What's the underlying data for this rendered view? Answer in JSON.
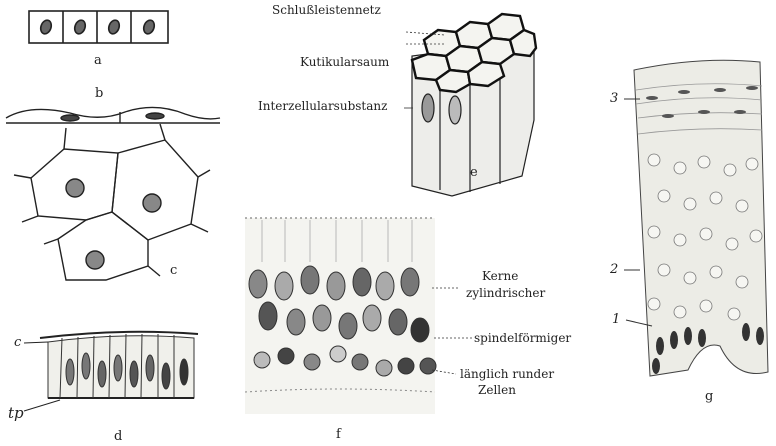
{
  "panels": {
    "a": {
      "label": "a"
    },
    "b": {
      "label": "b"
    },
    "c": {
      "label": "c"
    },
    "d": {
      "label": "d",
      "marker_c": "c",
      "marker_tp": "tp"
    },
    "e": {
      "label": "e",
      "annotations": [
        "Schlußleistennetz",
        "Kutikularsaum",
        "Interzellularsubstanz"
      ]
    },
    "f": {
      "label": "f",
      "annotations": [
        "Kerne",
        "zylindrischer",
        "spindelförmiger",
        "länglich runder",
        "Zellen"
      ]
    },
    "g": {
      "label": "g",
      "layer_numbers": [
        "3",
        "2",
        "1"
      ]
    }
  },
  "colors": {
    "ink": "#222222",
    "nucleus": "#555555",
    "paper": "#ffffff",
    "cell_fill": "#ecece6"
  }
}
